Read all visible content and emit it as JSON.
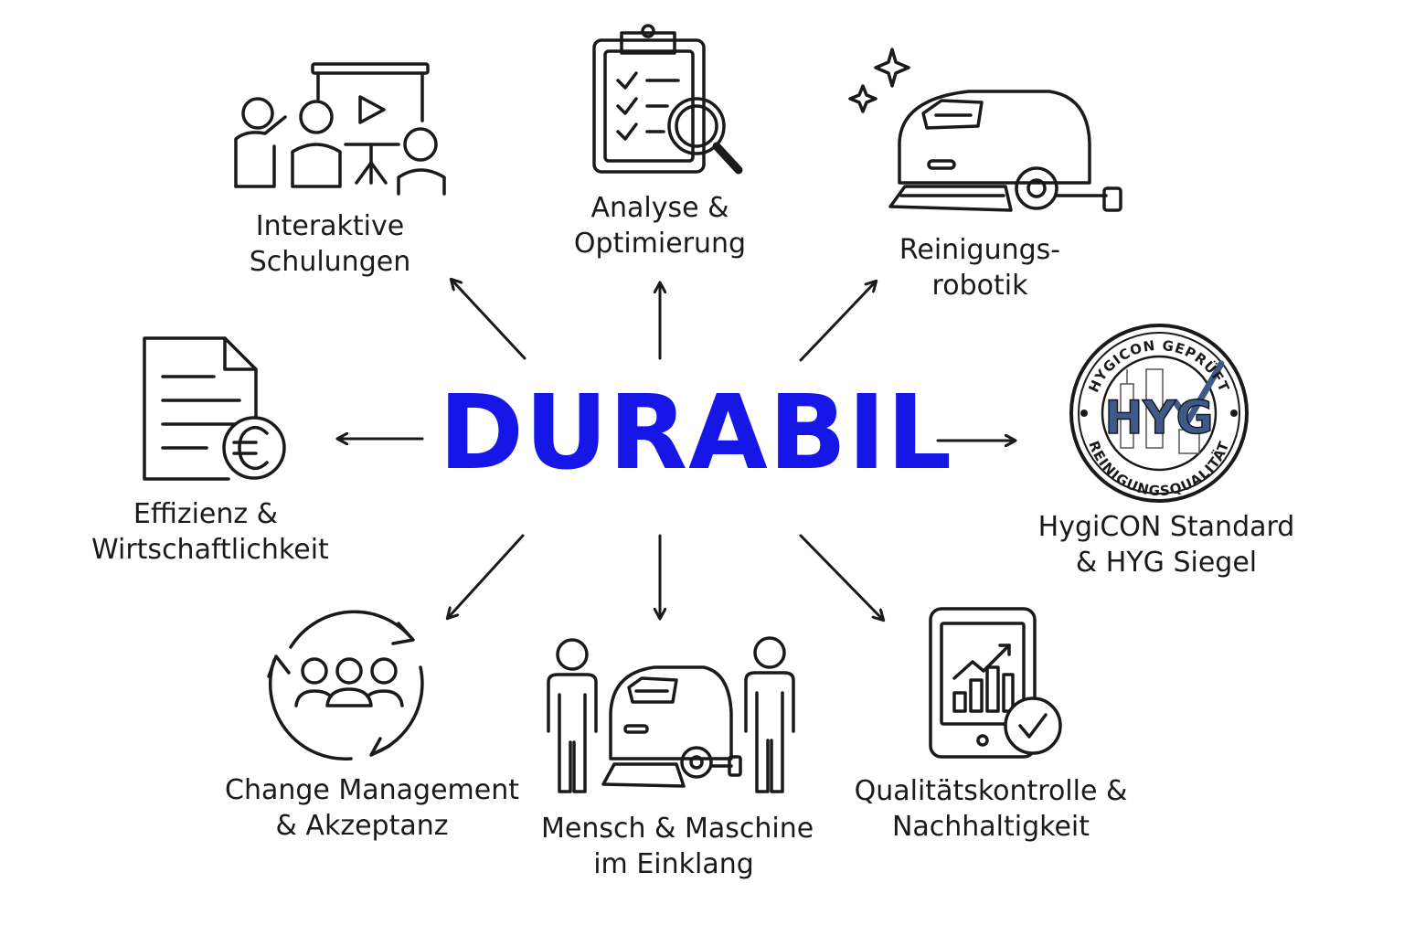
{
  "title": "DURABIL",
  "colors": {
    "title": "#1616e6",
    "line": "#1a1a1a",
    "seal_blue": "#3d5a8a"
  },
  "nodes": [
    {
      "id": "schulungen",
      "icon": "presentation-training-icon",
      "lines": [
        "Interaktive",
        "Schulungen"
      ]
    },
    {
      "id": "analyse",
      "icon": "clipboard-magnifier-icon",
      "lines": [
        "Analyse &",
        "Optimierung"
      ]
    },
    {
      "id": "robotik",
      "icon": "cleaning-robot-icon",
      "lines": [
        "Reinigungs-",
        "robotik"
      ]
    },
    {
      "id": "hygicon",
      "icon": "hyg-seal-icon",
      "lines": [
        "HygiCON Standard",
        "& HYG Siegel"
      ]
    },
    {
      "id": "qualitaet",
      "icon": "tablet-chart-check-icon",
      "lines": [
        "Qualitätskontrolle &",
        "Nachhaltigkeit"
      ]
    },
    {
      "id": "mensch",
      "icon": "people-machine-icon",
      "lines": [
        "Mensch & Maschine",
        "im Einklang"
      ]
    },
    {
      "id": "change",
      "icon": "team-cycle-icon",
      "lines": [
        "Change Management",
        "& Akzeptanz"
      ]
    },
    {
      "id": "effizienz",
      "icon": "document-euro-icon",
      "lines": [
        "Effizienz &",
        "Wirtschaftlichkeit"
      ]
    }
  ],
  "seal": {
    "top_text": "HYGICON GEPRÜFT",
    "bottom_text": "REINIGUNGSQUALITÄT",
    "mark": "HYG"
  }
}
